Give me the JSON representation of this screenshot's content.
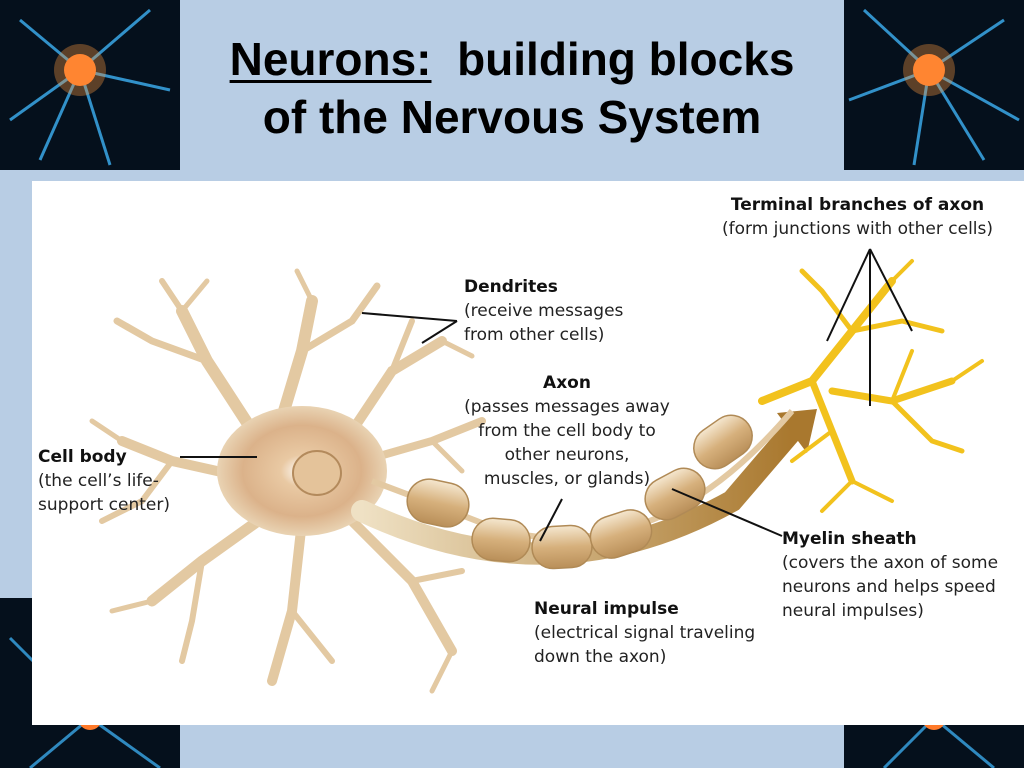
{
  "title": {
    "part1": "Neurons:",
    "part2": "building blocks",
    "line2": "of the Nervous System"
  },
  "labels": {
    "terminal": {
      "name": "Terminal branches of axon",
      "desc": "(form junctions with other cells)"
    },
    "dendrites": {
      "name": "Dendrites",
      "desc1": "(receive messages",
      "desc2": "from other cells)"
    },
    "axon": {
      "name": "Axon",
      "desc1": "(passes messages away",
      "desc2": "from the cell body to",
      "desc3": "other neurons,",
      "desc4": "muscles, or glands)"
    },
    "cell_body": {
      "name": "Cell body",
      "desc1": "(the cell’s life-",
      "desc2": "support center)"
    },
    "myelin": {
      "name": "Myelin sheath",
      "desc1": "(covers the axon of some",
      "desc2": "neurons and helps speed",
      "desc3": "neural impulses)"
    },
    "impulse": {
      "name": "Neural impulse",
      "desc1": "(electrical signal traveling",
      "desc2": "down the axon)"
    }
  },
  "colors": {
    "background": "#b8cde4",
    "neuron_body": "#e8cfa8",
    "myelin": "#d9b98a",
    "terminal": "#f2c21d",
    "impulse_arrow": "#c89a4e"
  }
}
